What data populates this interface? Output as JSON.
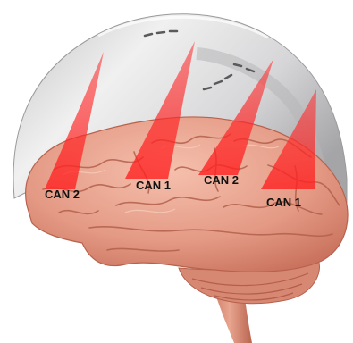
{
  "colors": {
    "helmet_light": "#eeeeee",
    "helmet_dark": "#a9a9ab",
    "brain_base": "#e7a08c",
    "brain_shadow": "#c9735f",
    "brain_highlight": "#f6c3b1",
    "beam": "#ff2a2a",
    "label_text": "#111111"
  },
  "labels": {
    "can_left_rear": "CAN 2",
    "can_left_front": "CAN 1",
    "can_right_rear": "CAN 2",
    "can_right_front": "CAN 1"
  }
}
